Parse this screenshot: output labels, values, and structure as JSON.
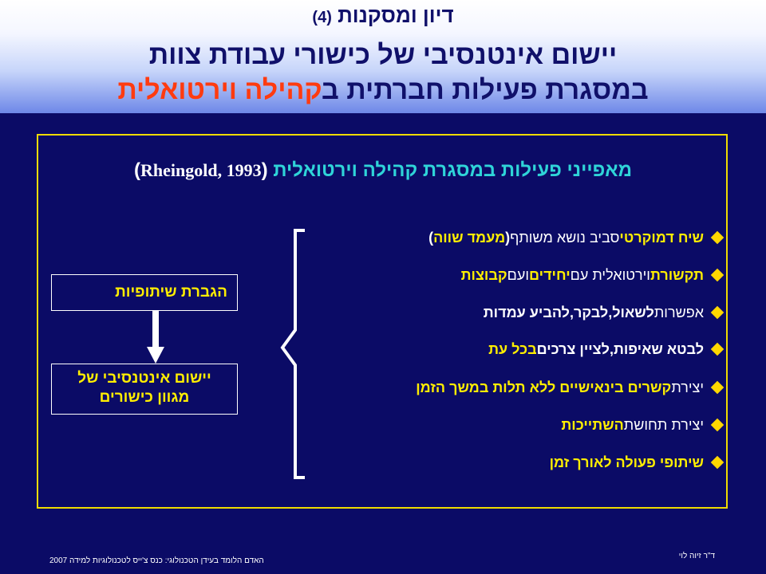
{
  "header": {
    "line1": "דיון ומסקנות",
    "line1_num": "(4)",
    "line2": "יישום אינטנסיבי של כישורי עבודת צוות",
    "line3_part1": "במסגרת פעילות חברתית ב",
    "line3_part2": "קהילה וירטואלית"
  },
  "box": {
    "title": "מאפייני פעילות במסגרת קהילה וירטואלית",
    "citation": "Rheingold, 1993",
    "paren_open": "(",
    "paren_close": ")"
  },
  "bullets": {
    "b1": {
      "a": "שיח דמוקרטי",
      "b": " סביב נושא משותף ",
      "c": "(",
      "d": "מעמד שווה",
      "e": ")"
    },
    "b2": {
      "a": "תקשורת",
      "b": " וירטואלית עם ",
      "c": "יחידים",
      "d": " ועם ",
      "e": "קבוצות"
    },
    "b3": {
      "a": "אפשרות ",
      "b": "לשאול",
      "c": ", ",
      "d": "לבקר",
      "e": ", ",
      "f": "להביע עמדות"
    },
    "b4": {
      "a": "לבטא שאיפות",
      "b": ", ",
      "c": "לציין צרכים",
      "d": " ",
      "e": "בכל עת"
    },
    "b5": {
      "a": "יצירת ",
      "b": "קשרים בינאישיים ללא תלות במשך הזמן"
    },
    "b6": {
      "a": "יצירת תחושת ",
      "b": "השתייכות"
    },
    "b7": {
      "a": "שיתופי פעולה לאורך זמן"
    }
  },
  "side": {
    "box1": "הגברת שיתופיות",
    "box2_line1": "יישום אינטנסיבי של",
    "box2_line2": "מגוון כישורים"
  },
  "footer": {
    "left": "האדם הלומד בעידן הטכנולוגי: כנס צ'ייס לטכנולוגיות למידה 2007",
    "right": "ד\"ר זיוה לוי"
  },
  "colors": {
    "background": "#0b0b66",
    "title_blue": "#10106a",
    "title_red": "#ff3b10",
    "box_border": "#f0dc00",
    "box_title": "#2fd4d8",
    "highlight_yellow": "#ffee00"
  },
  "icons": {
    "bullet": "diamond-bullet-icon",
    "brace": "curly-brace-icon",
    "arrow": "down-arrow-icon"
  }
}
